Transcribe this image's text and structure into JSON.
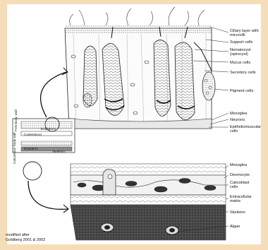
{
  "labels": {
    "ciliary": [
      "Ciliary layer with",
      "microvilli"
    ],
    "support": "Support cells",
    "nematocyst": [
      "Nematocyst",
      "(spirocyst)"
    ],
    "mucus": "Mucus cells",
    "secretory": "Secretory cells",
    "pigment": "Pigment cells",
    "mesoglea_top": "Mesoglea",
    "neurons": "Neurons",
    "epitheliomuscular": [
      "Epitheliomuscular",
      "cells"
    ],
    "mesoglea_bottom": "Mesoglea",
    "desmocyte": "Desmocyte",
    "calicoblast": [
      "Calicoblast",
      "cells"
    ],
    "extracellular": [
      "Extracellular",
      "matrix"
    ],
    "skeleton": "Skeleton",
    "algae": "Algae"
  },
  "inset": {
    "free_body_wall": [
      "Free body",
      "wall"
    ],
    "coelenteron": "Coelenteron",
    "endoderm": "Endoderm",
    "ectoderm": "Ectoderm",
    "calcareous_body_wall": [
      "Calcareous",
      "body wall"
    ],
    "skeleton": "Skeleton"
  },
  "credit": [
    "modified after",
    "Goldberg 2001 & 2002"
  ]
}
